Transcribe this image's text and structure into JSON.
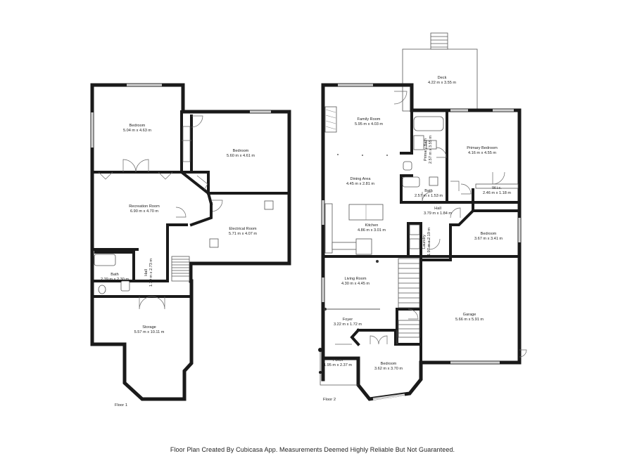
{
  "floors": [
    {
      "label": "Floor 1",
      "rooms": [
        {
          "id": "bedroom",
          "name": "Bedroom",
          "dims": "5.04 m x 4.63 m"
        },
        {
          "id": "bedroom-2",
          "name": "Bedroom",
          "dims": "5.60 m x 4.61 m"
        },
        {
          "id": "recreation-room",
          "name": "Recreation Room",
          "dims": "6.90 m x 4.70 m"
        },
        {
          "id": "electrical-room",
          "name": "Electrical Room",
          "dims": "5.71 m x 4.07 m"
        },
        {
          "id": "bath",
          "name": "Bath",
          "dims": "2.39 m x 2.30 m"
        },
        {
          "id": "hall",
          "name": "Hall",
          "dims": "1.79 m x 2.73 m"
        },
        {
          "id": "storage",
          "name": "Storage",
          "dims": "5.57 m x 10.11 m"
        }
      ]
    },
    {
      "label": "Floor 2",
      "rooms": [
        {
          "id": "deck",
          "name": "Deck",
          "dims": "4.22 m x 3.55 m"
        },
        {
          "id": "family-room",
          "name": "Family Room",
          "dims": "5.95 m x 4.03 m"
        },
        {
          "id": "primary-bath",
          "name": "Primary Bath",
          "dims": "2.57 m x 3.55 m"
        },
        {
          "id": "primary-bedroom",
          "name": "Primary Bedroom",
          "dims": "4.16 m x 4.55 m"
        },
        {
          "id": "dining-area",
          "name": "Dining Area",
          "dims": "4.45 m x 2.81 m"
        },
        {
          "id": "bath",
          "name": "Bath",
          "dims": "2.57 m x 1.53 m"
        },
        {
          "id": "wic",
          "name": "W.i.c.",
          "dims": "2.46 m x 1.18 m"
        },
        {
          "id": "hall",
          "name": "Hall",
          "dims": "3.79 m x 1.84 m"
        },
        {
          "id": "kitchen",
          "name": "Kitchen",
          "dims": "4.86 m x 3.01 m"
        },
        {
          "id": "laundry",
          "name": "Laundry",
          "dims": "1.97 m x 2.19 m"
        },
        {
          "id": "bedroom",
          "name": "Bedroom",
          "dims": "3.67 m x 3.41 m"
        },
        {
          "id": "living-room",
          "name": "Living Room",
          "dims": "4.30 m x 4.45 m"
        },
        {
          "id": "garage",
          "name": "Garage",
          "dims": "5.66 m x 5.91 m"
        },
        {
          "id": "foyer",
          "name": "Foyer",
          "dims": "3.22 m x 1.72 m"
        },
        {
          "id": "porch",
          "name": "Porch",
          "dims": "1.95 m x 2.37 m"
        },
        {
          "id": "bedroom-2",
          "name": "Bedroom",
          "dims": "3.62 m x 3.70 m"
        }
      ]
    }
  ],
  "footer": "Floor Plan Created By Cubicasa App. Measurements Deemed Highly Reliable But Not Guaranteed."
}
